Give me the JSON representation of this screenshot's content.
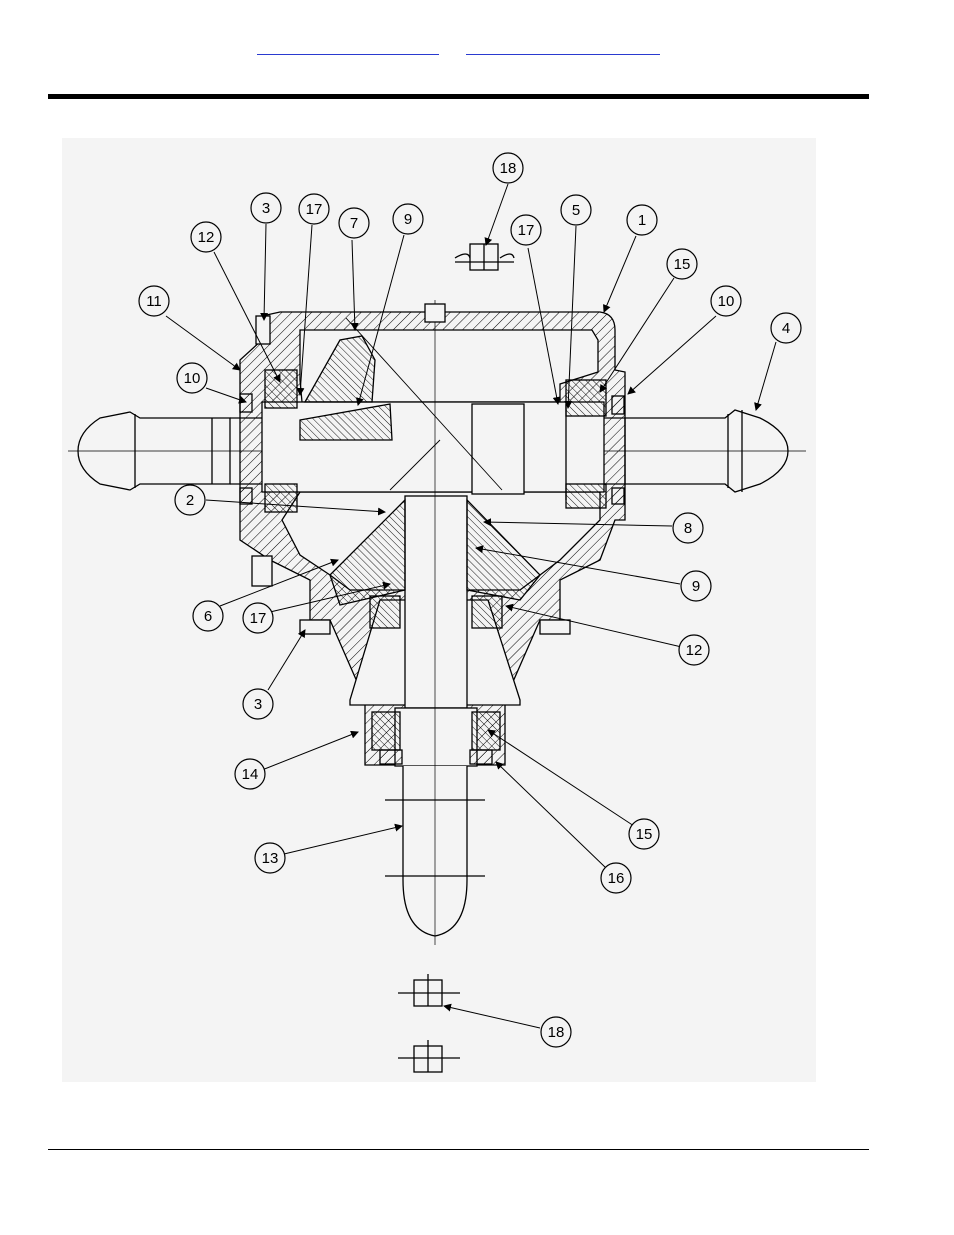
{
  "header": {
    "links": [
      {
        "label": ""
      },
      {
        "label": ""
      }
    ]
  },
  "drawing": {
    "callouts": [
      {
        "label": "18"
      },
      {
        "label": "3"
      },
      {
        "label": "17"
      },
      {
        "label": "7"
      },
      {
        "label": "9"
      },
      {
        "label": "12"
      },
      {
        "label": "11"
      },
      {
        "label": "10"
      },
      {
        "label": "17"
      },
      {
        "label": "5"
      },
      {
        "label": "1"
      },
      {
        "label": "15"
      },
      {
        "label": "10"
      },
      {
        "label": "4"
      },
      {
        "label": "2"
      },
      {
        "label": "8"
      },
      {
        "label": "9"
      },
      {
        "label": "6"
      },
      {
        "label": "17"
      },
      {
        "label": "12"
      },
      {
        "label": "3"
      },
      {
        "label": "14"
      },
      {
        "label": "15"
      },
      {
        "label": "13"
      },
      {
        "label": "16"
      },
      {
        "label": "18"
      }
    ]
  }
}
